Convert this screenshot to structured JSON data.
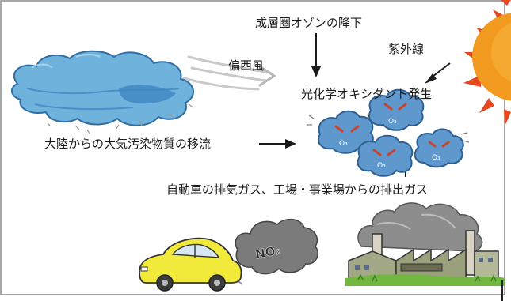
{
  "labels": {
    "stratospheric_ozone": "成層圏オゾンの降下",
    "uv_rays": "紫外線",
    "westerlies": "偏西風",
    "photochemical_oxidant": "光化学オキシダント発生",
    "continental_transport": "大陸からの大気汚染物質の移流",
    "emissions": "自動車の排気ガス、工場・事業場からの排出ガス"
  },
  "ozone_symbol": "O₃",
  "no2_symbol": "NO₂",
  "colors": {
    "frame": "#8a8a8a",
    "sun": "#f29a1f",
    "sun_rays": "#e5471f",
    "pollution_cloud": "#6fb3dd",
    "pollution_cloud_dark": "#3f86c3",
    "ozone_cloud": "#5f98cc",
    "ozone_eye": "#c9442e",
    "exhaust_smoke": "#7b7b7b",
    "factory_smoke": "#8d8d8d",
    "car_body": "#f1ea3a",
    "factory_wall": "#9a9f7c",
    "grass": "#72b73f"
  }
}
